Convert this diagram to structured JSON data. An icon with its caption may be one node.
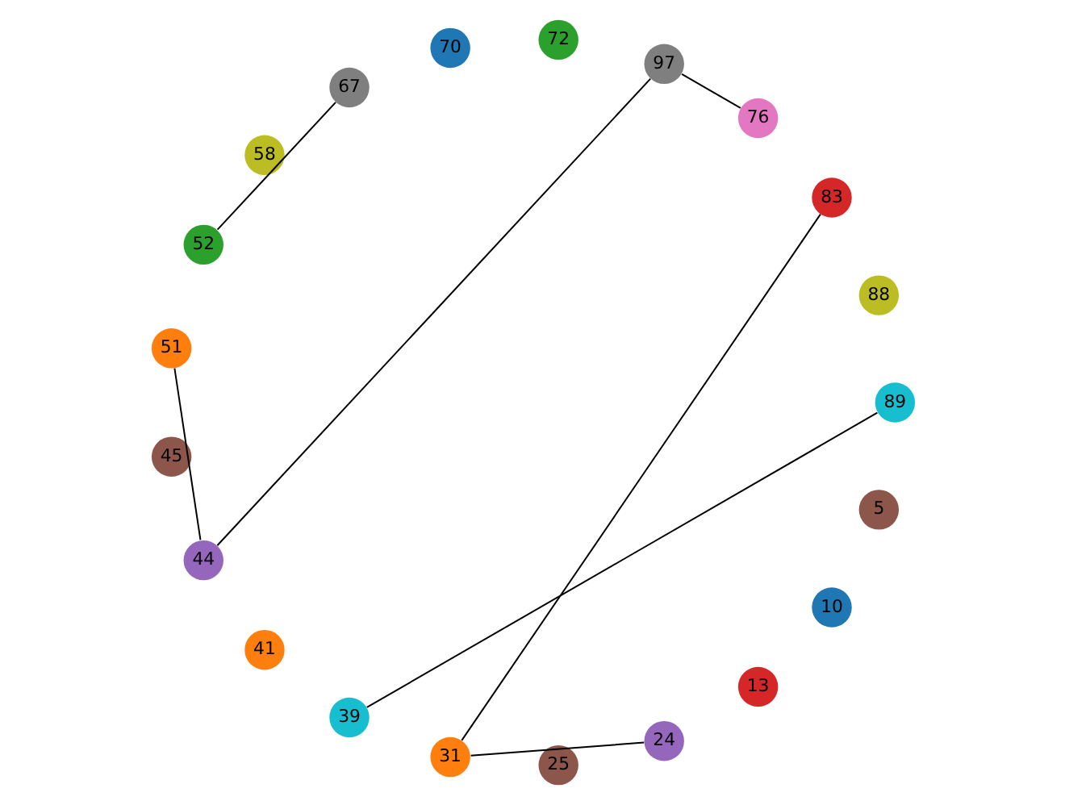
{
  "diagram": {
    "nodes": [
      {
        "text": [
          "5"
        ]
      },
      {
        "text": [
          "10"
        ]
      },
      {
        "text": [
          "13"
        ]
      },
      {
        "text": [
          "24"
        ]
      },
      {
        "text": [
          "25"
        ]
      },
      {
        "text": [
          "31"
        ]
      },
      {
        "text": [
          "39"
        ]
      },
      {
        "text": [
          "41"
        ]
      },
      {
        "text": [
          "44"
        ]
      },
      {
        "text": [
          "45"
        ]
      },
      {
        "text": [
          "51"
        ]
      },
      {
        "text": [
          "52"
        ]
      },
      {
        "text": [
          "58"
        ]
      },
      {
        "text": [
          "67"
        ]
      },
      {
        "text": [
          "70"
        ]
      },
      {
        "text": [
          "72"
        ]
      },
      {
        "text": [
          "76"
        ]
      },
      {
        "text": [
          "83"
        ]
      },
      {
        "text": [
          "88"
        ]
      },
      {
        "text": [
          "89"
        ]
      },
      {
        "text": [
          "97"
        ]
      }
    ],
    "edges": [
      {
        "from": 5,
        "to": 3,
        "arrow": "none"
      },
      {
        "from": 5,
        "to": 17,
        "arrow": "none"
      },
      {
        "from": 6,
        "to": 19,
        "arrow": "none"
      },
      {
        "from": 8,
        "to": 10,
        "arrow": "none"
      },
      {
        "from": 8,
        "to": 20,
        "arrow": "none"
      },
      {
        "from": 11,
        "to": 13,
        "arrow": "none"
      },
      {
        "from": 20,
        "to": 16,
        "arrow": "none"
      }
    ]
  }
}
